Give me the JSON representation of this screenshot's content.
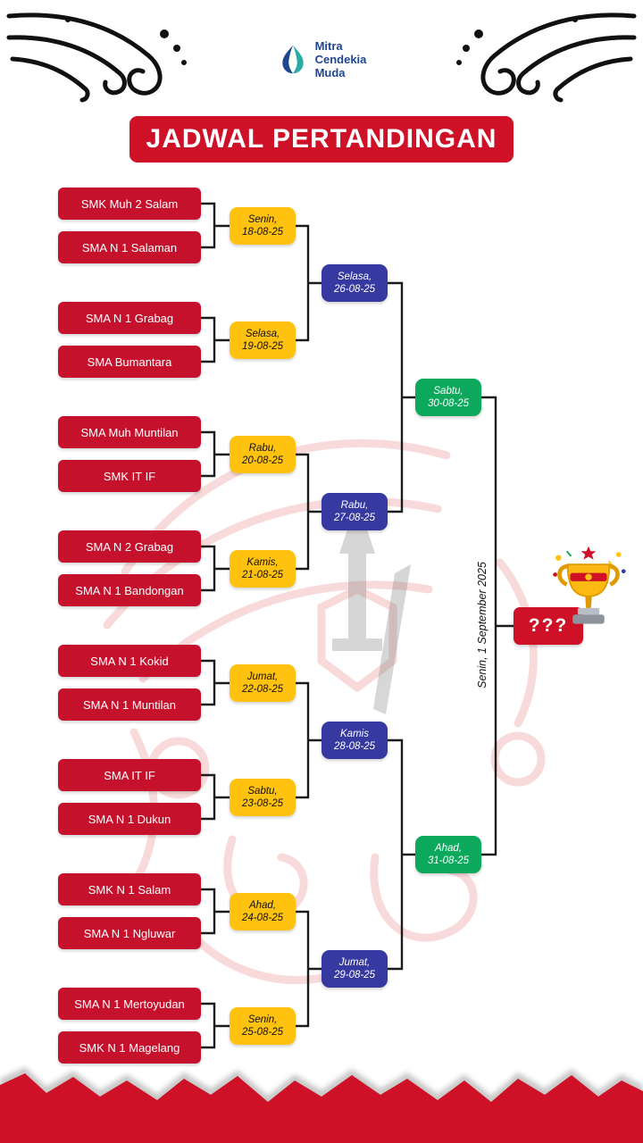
{
  "page": {
    "title": "JADWAL PERTANDINGAN"
  },
  "logo": {
    "line1": "Mitra",
    "line2": "Cendekia",
    "line3": "Muda"
  },
  "bracket": {
    "round1": [
      {
        "team_a": "SMK Muh 2 Salam",
        "team_b": "SMA N 1 Salaman",
        "date": {
          "line1": "Senin,",
          "line2": "18-08-25"
        }
      },
      {
        "team_a": "SMA N 1 Grabag",
        "team_b": "SMA Bumantara",
        "date": {
          "line1": "Selasa,",
          "line2": "19-08-25"
        }
      },
      {
        "team_a": "SMA Muh Muntilan",
        "team_b": "SMK IT IF",
        "date": {
          "line1": "Rabu,",
          "line2": "20-08-25"
        }
      },
      {
        "team_a": "SMA N 2 Grabag",
        "team_b": "SMA N 1 Bandongan",
        "date": {
          "line1": "Kamis,",
          "line2": "21-08-25"
        }
      },
      {
        "team_a": "SMA N 1 Kokid",
        "team_b": "SMA N 1 Muntilan",
        "date": {
          "line1": "Jumat,",
          "line2": "22-08-25"
        }
      },
      {
        "team_a": "SMA IT IF",
        "team_b": "SMA N 1 Dukun",
        "date": {
          "line1": "Sabtu,",
          "line2": "23-08-25"
        }
      },
      {
        "team_a": "SMK N 1 Salam",
        "team_b": "SMA N 1 Ngluwar",
        "date": {
          "line1": "Ahad,",
          "line2": "24-08-25"
        }
      },
      {
        "team_a": "SMA N 1 Mertoyudan",
        "team_b": "SMK N 1 Magelang",
        "date": {
          "line1": "Senin,",
          "line2": "25-08-25"
        }
      }
    ],
    "quarterfinals": [
      {
        "line1": "Selasa,",
        "line2": "26-08-25"
      },
      {
        "line1": "Rabu,",
        "line2": "27-08-25"
      },
      {
        "line1": "Kamis",
        "line2": "28-08-25"
      },
      {
        "line1": "Jumat,",
        "line2": "29-08-25"
      }
    ],
    "semifinals": [
      {
        "line1": "Sabtu,",
        "line2": "30-08-25"
      },
      {
        "line1": "Ahad,",
        "line2": "31-08-25"
      }
    ],
    "final": {
      "date": "Senin, 1 September 2025",
      "winner": "???"
    }
  },
  "colors": {
    "red": "#CE1126",
    "team_red": "#C5112C",
    "yellow": "#FFC20E",
    "blue": "#3539A0",
    "green": "#0CA85C",
    "logo_blue": "#1F4693",
    "logo_teal": "#29ABA4"
  }
}
